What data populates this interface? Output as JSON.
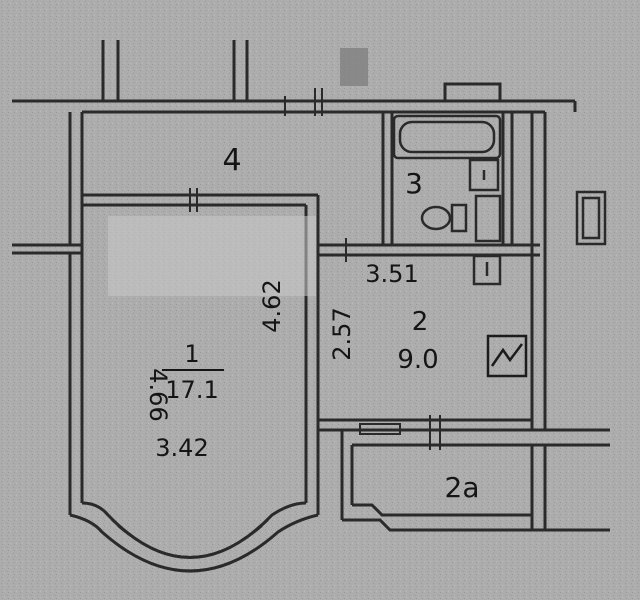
{
  "plan": {
    "rooms": [
      {
        "number": "1",
        "area": "17.1",
        "width": "3.42",
        "length": "4.66"
      },
      {
        "number": "2",
        "area": "9.0",
        "width": "3.51",
        "length": "2.57"
      },
      {
        "number": "3"
      },
      {
        "number": "4"
      },
      {
        "number": "2a"
      }
    ],
    "dims": {
      "room1_inner_side": "4.62"
    }
  }
}
